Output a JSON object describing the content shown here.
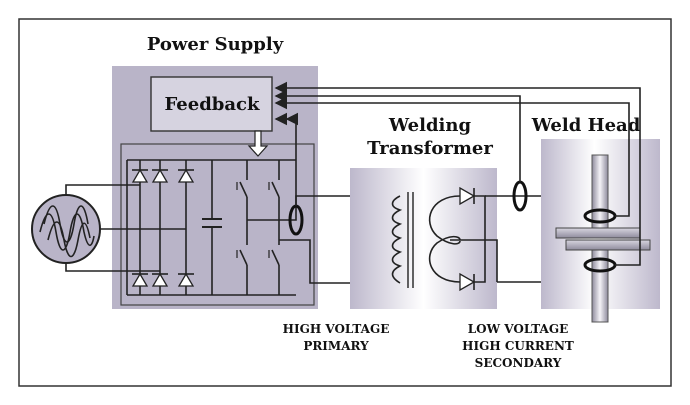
{
  "labels": {
    "power_supply": "Power Supply",
    "feedback": "Feedback",
    "welding_transformer_line1": "Welding",
    "welding_transformer_line2": "Transformer",
    "weld_head": "Weld Head",
    "primary_line1": "HIGH VOLTAGE",
    "primary_line2": "PRIMARY",
    "secondary_line1": "LOW VOLTAGE",
    "secondary_line2": "HIGH CURRENT",
    "secondary_line3": "SECONDARY"
  },
  "colors": {
    "block_fill": "#b9b4c8",
    "feedback_fill": "#d6d3e0",
    "wire": "#222222",
    "frame": "#333333"
  },
  "icons": {
    "ac_source": "ac-source-icon",
    "diode": "diode-icon",
    "capacitor": "capacitor-icon",
    "switch": "switch-icon",
    "current_sensor": "current-sensor-ring-icon",
    "coil": "coil-icon",
    "electrode": "electrode-icon"
  }
}
